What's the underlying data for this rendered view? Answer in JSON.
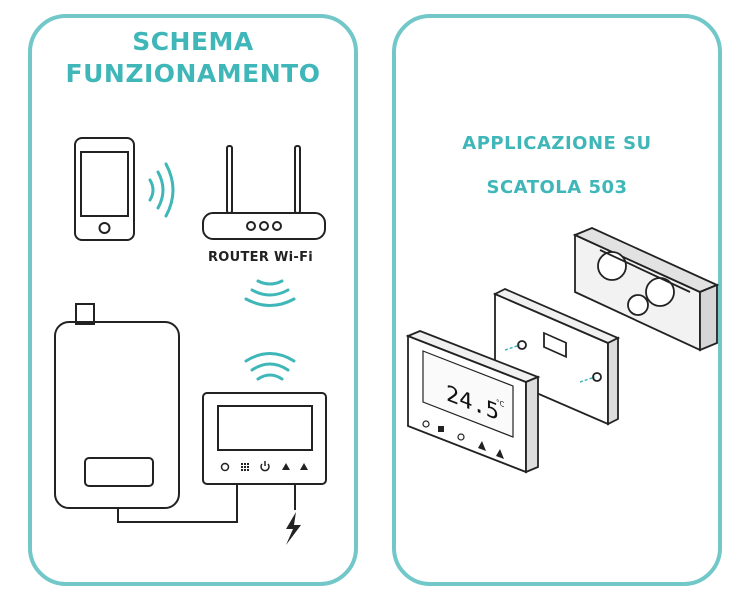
{
  "left_panel": {
    "title_line1": "SCHEMA",
    "title_line2": "FUNZIONAMENTO",
    "router_label": "ROUTER Wi-Fi"
  },
  "right_panel": {
    "title_line1": "APPLICAZIONE SU",
    "title_line2": "SCATOLA 503",
    "display_temperature": "24.5",
    "display_unit": "°C"
  },
  "colors": {
    "accent": "#72c7c8",
    "title": "#3fb6b8",
    "line": "#222222"
  },
  "icons": [
    "smartphone-icon",
    "router-icon",
    "wifi-waves-icon",
    "boiler-icon",
    "thermostat-icon",
    "power-bolt-icon",
    "clock-icon",
    "grid-icon",
    "power-icon",
    "up-arrow-icon"
  ]
}
